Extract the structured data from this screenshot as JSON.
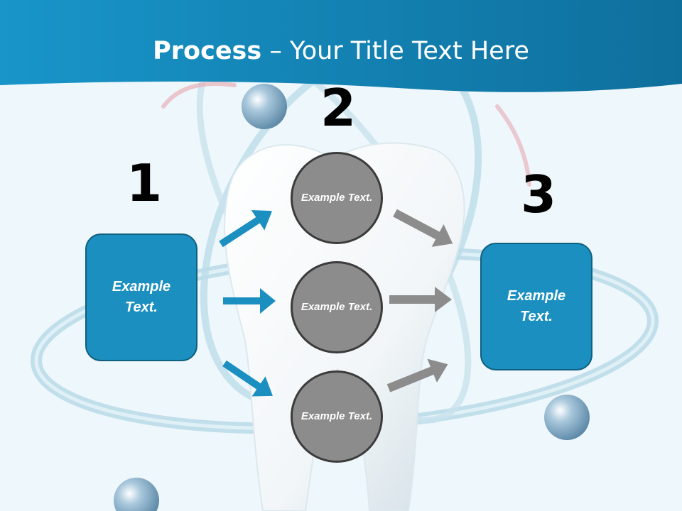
{
  "header": {
    "title_bold": "Process",
    "title_rest": " – Your Title Text Here"
  },
  "steps": {
    "one": {
      "number": "1",
      "text": "Example Text."
    },
    "two": {
      "number": "2"
    },
    "three": {
      "number": "3",
      "text": "Example Text."
    }
  },
  "circles": [
    {
      "text": "Example Text."
    },
    {
      "text": "Example Text."
    },
    {
      "text": "Example Text."
    }
  ],
  "colors": {
    "header_blue": "#1382b3",
    "box_blue": "#1a8fc0",
    "arrow_blue": "#1a8fc0",
    "arrow_gray": "#8c8c8c",
    "circle_gray": "#8c8c8c"
  },
  "decorations": [
    "tooth-illustration",
    "atom-orbit-rings",
    "orbit-sphere"
  ]
}
